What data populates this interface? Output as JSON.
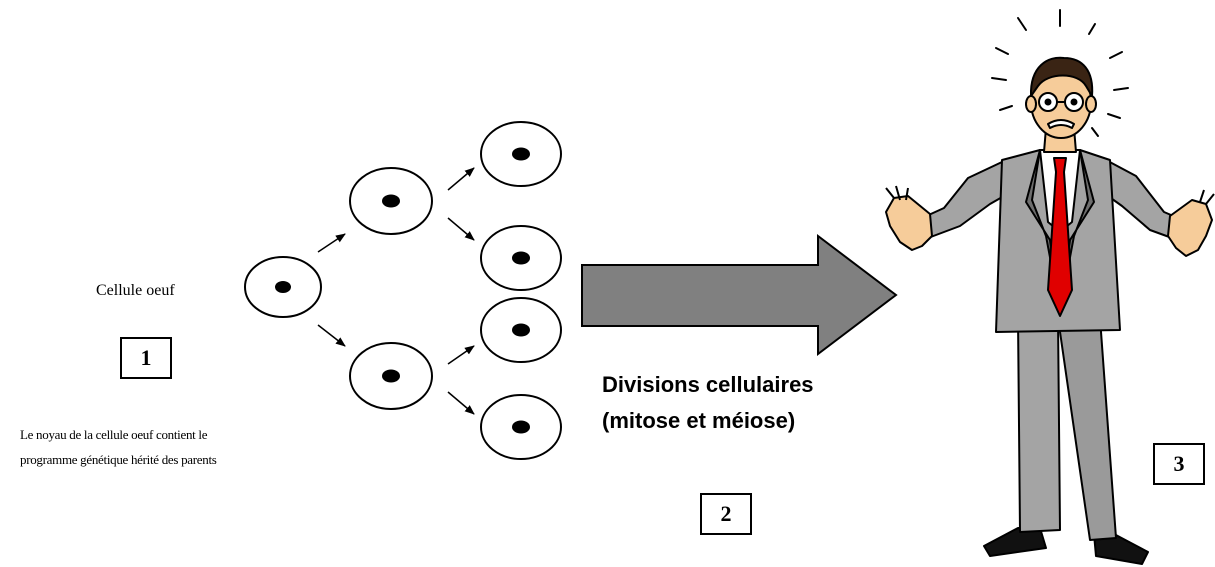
{
  "labels": {
    "cellule_oeuf": "Cellule oeuf",
    "noyau_line1": "Le noyau de la cellule oeuf contient le",
    "noyau_line2": "programme génétique hérité des parents",
    "divisions_line1": "Divisions cellulaires",
    "divisions_line2": "(mitose et méiose)"
  },
  "steps": [
    "1",
    "2",
    "3"
  ],
  "colors": {
    "arrow_fill": "#808080",
    "suit": "#a4a4a4",
    "suit_dark": "#6e6e6e",
    "tie": "#e00000",
    "skin": "#f6cc9a",
    "hair": "#3a2414",
    "outline": "#000000"
  },
  "icons": [
    "cell-icon",
    "small-arrow-icon",
    "big-arrow-icon",
    "confused-man-icon"
  ]
}
